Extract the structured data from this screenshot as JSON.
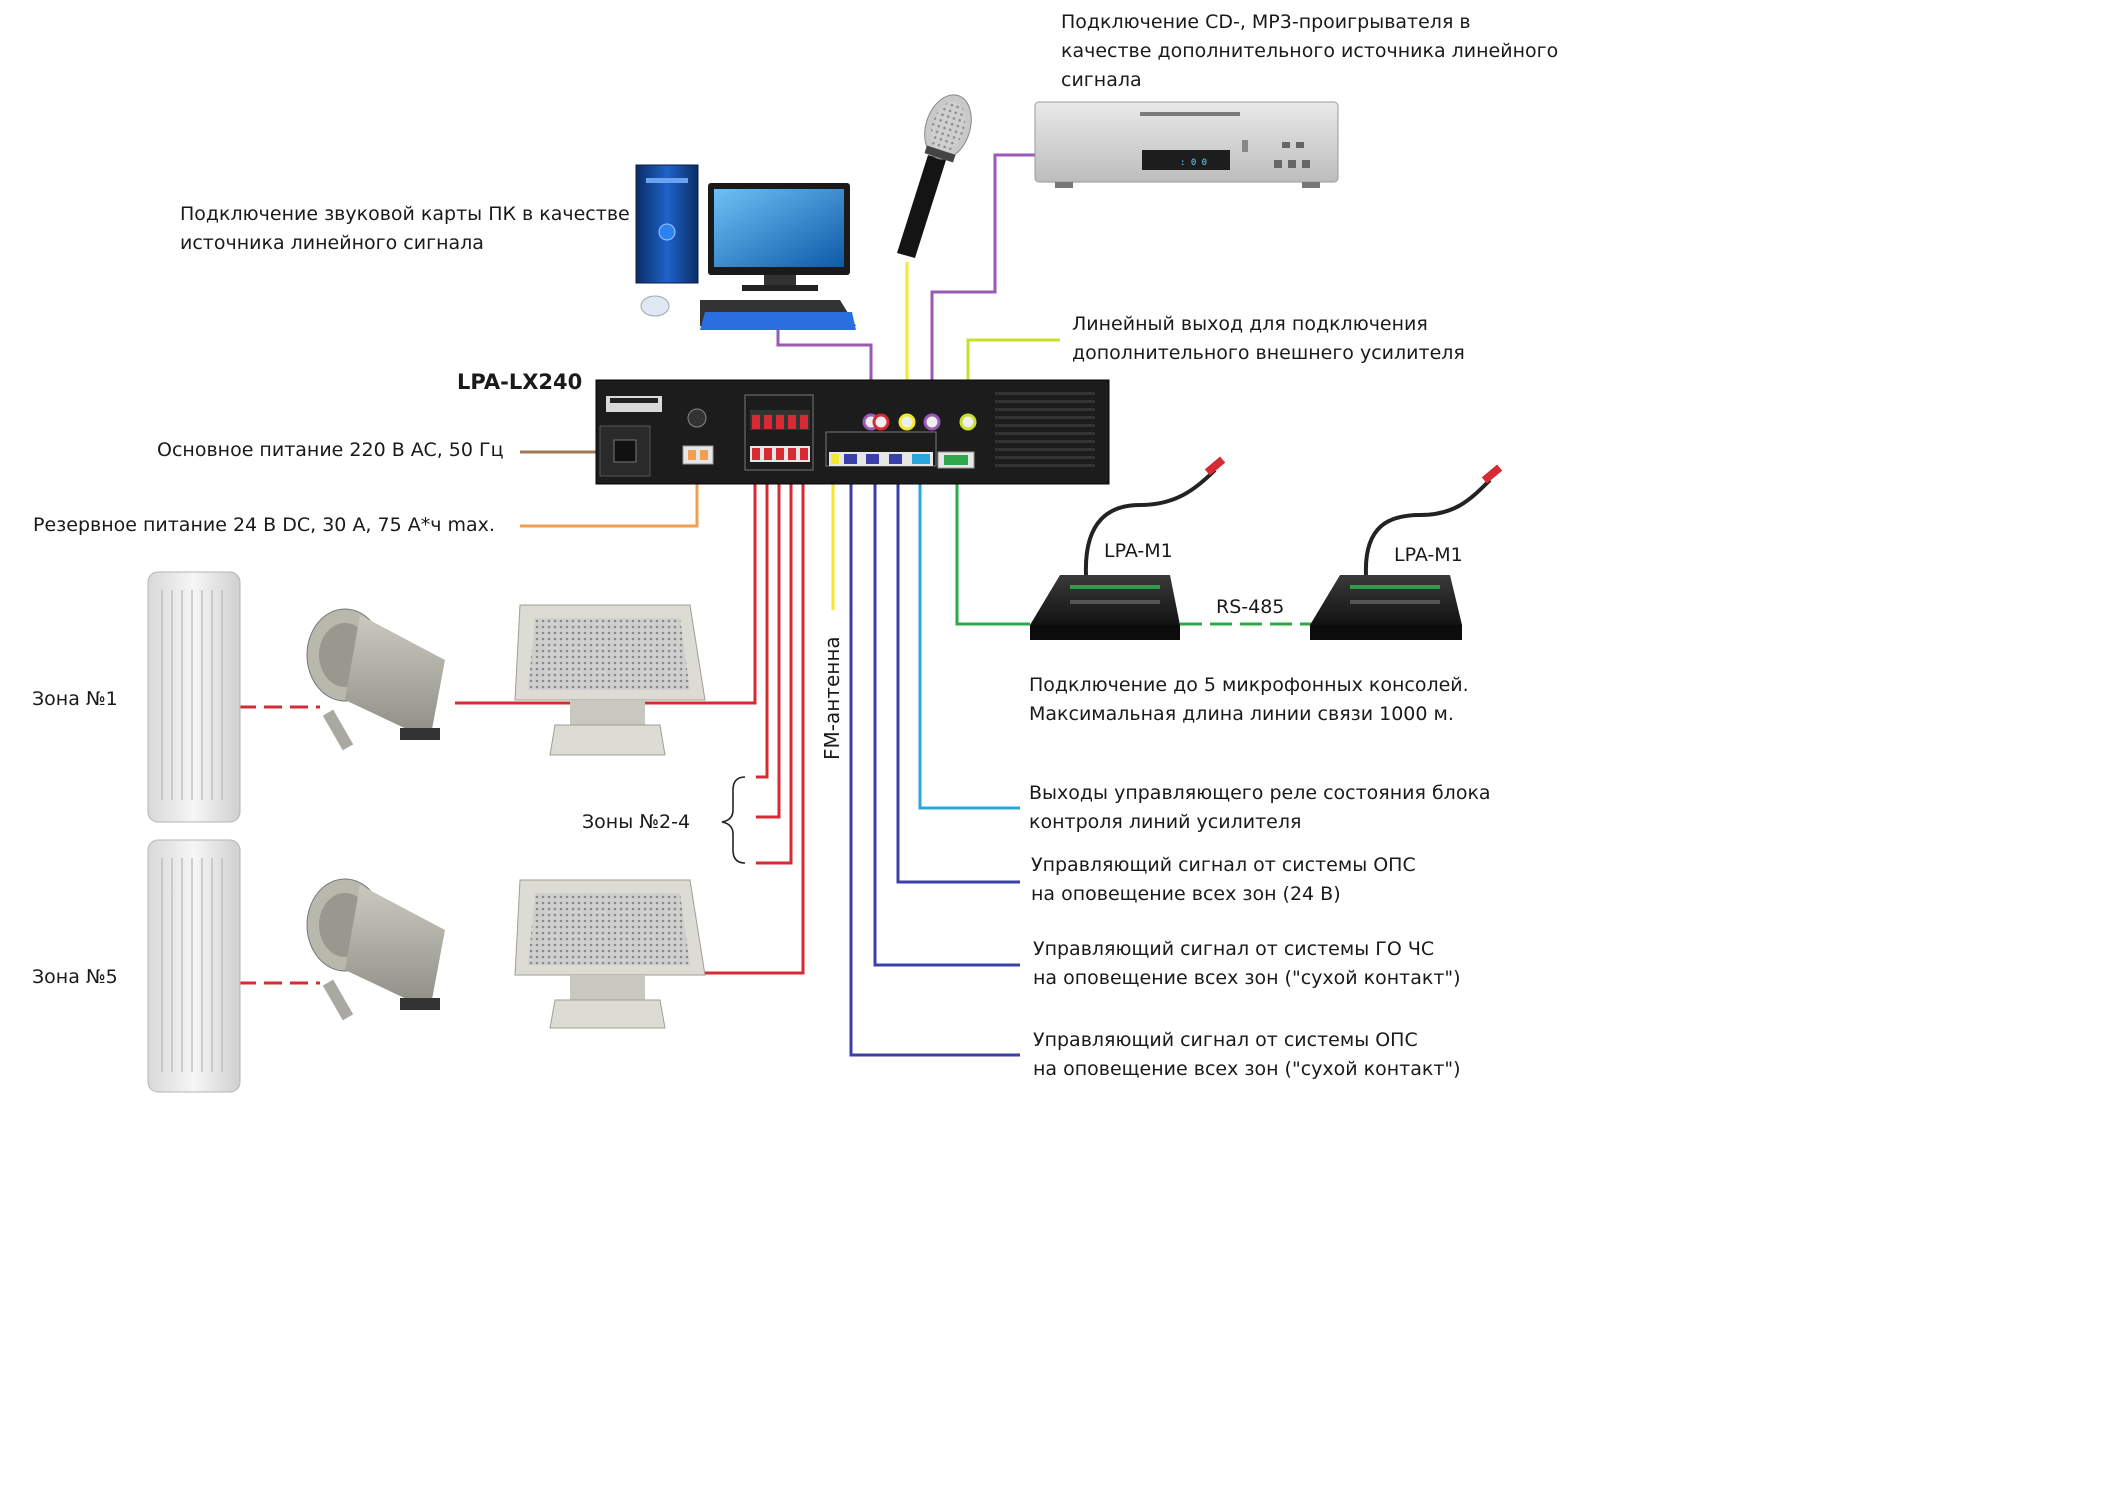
{
  "amplifier": {
    "model": "LPA-LX240"
  },
  "labels": {
    "cd_player": [
      "Подключение CD-, MP3-проигрывателя в",
      "качестве дополнительного источника линейного",
      "сигнала"
    ],
    "pc": [
      "Подключение звуковой карты ПК в качестве",
      "источника линейного сигнала"
    ],
    "line_out": [
      "Линейный выход для подключения",
      "дополнительного внешнего усилителя"
    ],
    "main_power": "Основное питание 220 В AC, 50 Гц",
    "backup_power": "Резервное питание 24 В DC, 30 А, 75 А*ч max.",
    "fm_antenna": "FM-антенна",
    "zone1": "Зона №1",
    "zones2_4": "Зоны №2-4",
    "zone5": "Зона №5",
    "console_a": "LPA-M1",
    "console_b": "LPA-M1",
    "rs485": "RS-485",
    "consoles_note": [
      "Подключение до 5 микрофонных консолей.",
      "Максимальная длина линии связи 1000 м."
    ],
    "relay_outputs": [
      "Выходы управляющего реле состояния блока",
      "контроля линий усилителя"
    ],
    "ops_24v": [
      "Управляющий сигнал от системы ОПС",
      "на оповещение всех зон (24 В)"
    ],
    "gochs_dry": [
      "Управляющий сигнал от системы ГО ЧС",
      "на оповещение всех зон (\"сухой контакт\")"
    ],
    "ops_dry": [
      "Управляющий сигнал от системы ОПС",
      "на оповещение всех зон (\"сухой контакт\")"
    ]
  },
  "colors": {
    "purple": "#9b59b6",
    "yellow": "#f2ea2a",
    "yellow_green": "#c8e02a",
    "brown": "#a0785a",
    "orange": "#f0a050",
    "red": "#d62b35",
    "blue": "#3b3fa8",
    "cyan": "#2aa6d9",
    "green": "#2ea84a",
    "amp_body": "#1c1c1c"
  }
}
